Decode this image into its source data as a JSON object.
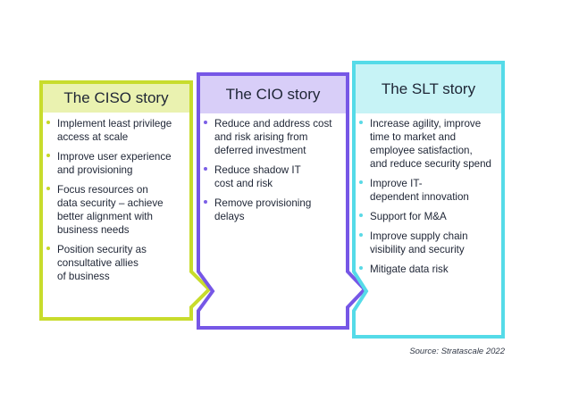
{
  "colors": {
    "ciso_border": "#c8dc2c",
    "ciso_header": "#eaf2b0",
    "cio_border": "#7657e6",
    "cio_header": "#d8cef8",
    "slt_border": "#55dbe8",
    "slt_header": "#c7f3f6"
  },
  "panels": {
    "ciso": {
      "title": "The CISO story",
      "items": [
        "Implement least privilege\naccess at scale",
        "Improve user experience\nand provisioning",
        "Focus resources on\ndata security – achieve\nbetter alignment with\nbusiness needs",
        "Position security as\nconsultative allies\nof business"
      ]
    },
    "cio": {
      "title": "The CIO story",
      "items": [
        "Reduce and address cost\nand risk arising from\ndeferred investment",
        "Reduce shadow IT\ncost and risk",
        "Remove provisioning\ndelays"
      ]
    },
    "slt": {
      "title": "The SLT story",
      "items": [
        "Increase agility, improve\ntime to market and\nemployee satisfaction,\nand reduce security spend",
        "Improve IT-\ndependent innovation",
        "Support for M&A",
        "Improve supply chain\nvisibility and security",
        "Mitigate data risk"
      ]
    }
  },
  "source": "Source: Stratascale 2022"
}
